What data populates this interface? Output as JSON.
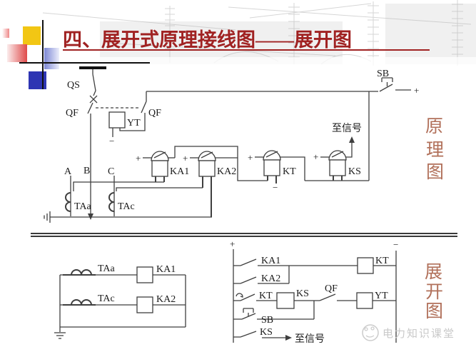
{
  "title": {
    "text": "四、展开式原理接线图——展开图"
  },
  "side_labels": {
    "principle": [
      "原",
      "理",
      "图"
    ],
    "expanded": [
      "展",
      "开",
      "图"
    ]
  },
  "symbols": {
    "plus": "+",
    "minus": "−"
  },
  "principle": {
    "qs": "QS",
    "qf_left": "QF",
    "qf_right": "QF",
    "yt": "YT",
    "sb": "SB",
    "to_signal": "至信号",
    "phase_a": "A",
    "phase_b": "B",
    "phase_c": "C",
    "taa": "TAa",
    "tac": "TAc",
    "ka1": "KA1",
    "ka2": "KA2",
    "kt": "KT",
    "ks": "KS"
  },
  "expanded": {
    "taa": "TAa",
    "tac": "TAc",
    "ka1_coil": "KA1",
    "ka2_coil": "KA2",
    "ka1_contact": "KA1",
    "ka2_contact": "KA2",
    "kt_contact": "KT",
    "kt_coil": "KT",
    "ks_coil": "KS",
    "ks_contact": "KS",
    "qf_contact": "QF",
    "yt_coil": "YT",
    "sb": "SB",
    "to_signal": "至信号"
  },
  "watermark": {
    "text": "电力知识课堂"
  },
  "colors": {
    "title_red": "#a02222",
    "side_label": "#b1705a",
    "accent_yellow": "#f2c614",
    "accent_blue": "#2e35b3",
    "line": "#3f3f3f"
  }
}
